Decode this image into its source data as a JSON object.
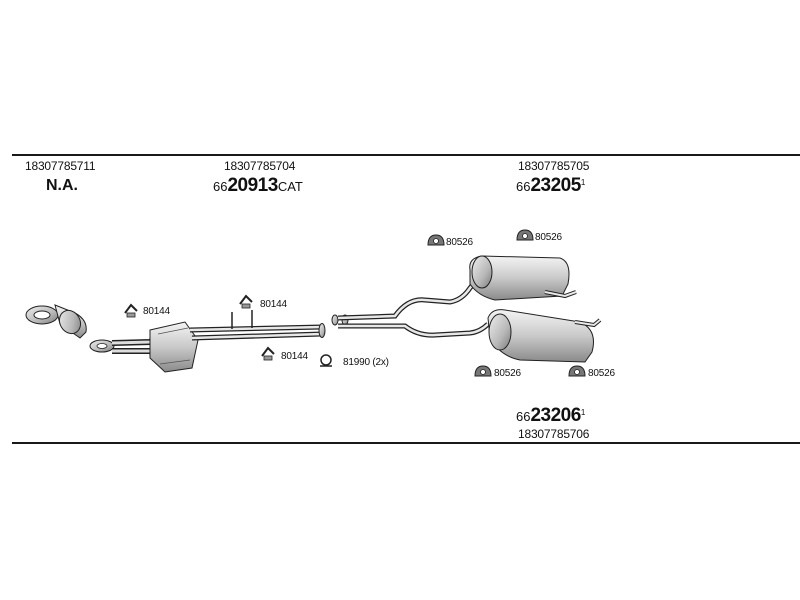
{
  "columns": [
    {
      "oe_number": "18307785711",
      "status": "N.A."
    },
    {
      "oe_number": "18307785704",
      "article_prefix": "66",
      "article_main": "20913",
      "article_suffix": "CAT"
    },
    {
      "oe_number": "18307785705",
      "article_prefix": "66",
      "article_main": "23205",
      "article_suffix": "1"
    }
  ],
  "bottom_part": {
    "oe_number": "18307785706",
    "article_prefix": "66",
    "article_main": "23206",
    "article_suffix": "1"
  },
  "part_labels": {
    "hanger_a": "80144",
    "hanger_b": "80144",
    "hanger_c": "80144",
    "clamp": "81990 (2x)",
    "mount_1": "80526",
    "mount_2": "80526",
    "mount_3": "80526",
    "mount_4": "80526"
  }
}
